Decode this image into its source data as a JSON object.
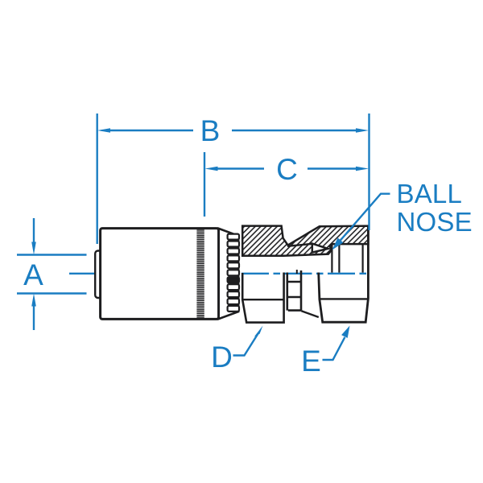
{
  "figure": {
    "type": "technical-line-drawing",
    "description": "Cross-section dimensional drawing of a crimp hose fitting with female swivel nut",
    "dimension_labels": {
      "a": "A",
      "b": "B",
      "c": "C",
      "d": "D",
      "e": "E"
    },
    "callout": {
      "line1": "BALL",
      "line2": "NOSE"
    }
  },
  "colors": {
    "dimension_blue": "#1a7dc2",
    "line_black": "#1d1d1f",
    "background": "#ffffff"
  }
}
